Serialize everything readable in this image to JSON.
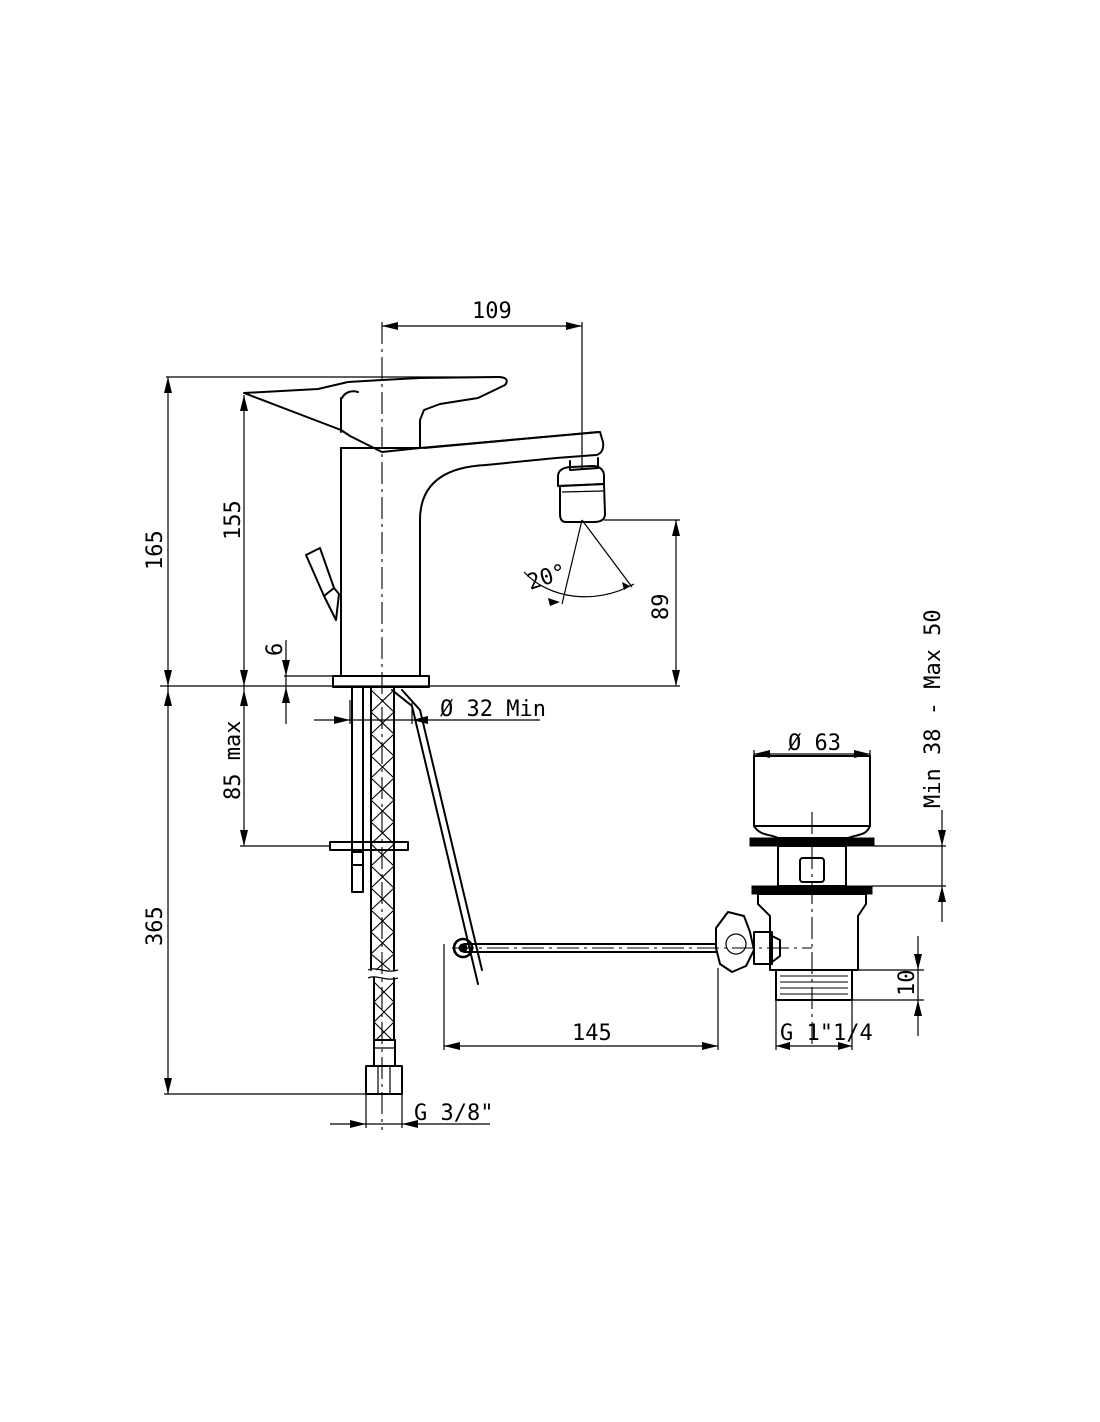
{
  "dimensions": {
    "spout_reach": "109",
    "overall_height": "165",
    "body_height": "155",
    "aerator_height": "89",
    "spray_angle": "20°",
    "base_thickness": "6",
    "hole_diameter": "Ø 32 Min",
    "deck_thickness": "85  max",
    "hose_length": "365",
    "waste_diameter": "Ø 63",
    "waste_range": "Min  38  -  Max  50",
    "rod_length": "145",
    "thread_length": "10",
    "waste_thread": "G  1\"1/4",
    "hose_thread": "G  3/8\""
  },
  "colors": {
    "line": "#000000",
    "background": "#ffffff"
  }
}
